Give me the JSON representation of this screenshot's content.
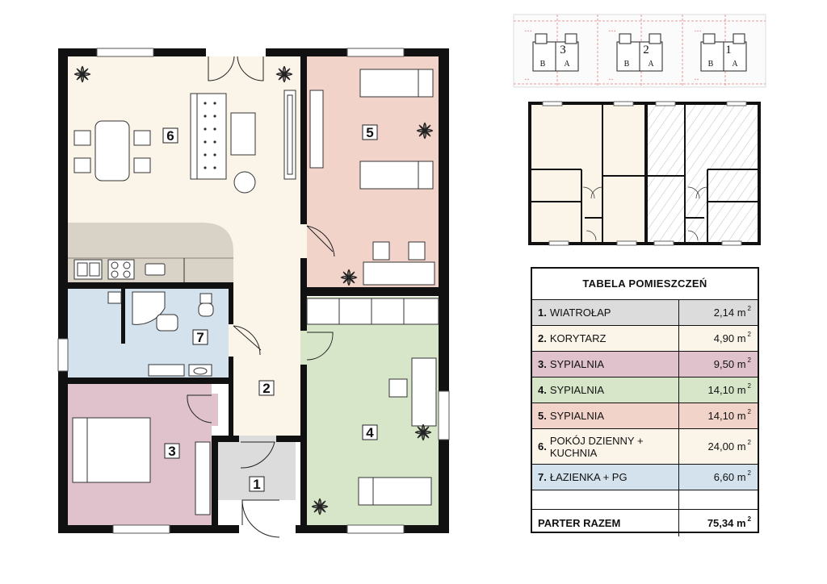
{
  "plan": {
    "rooms": [
      {
        "number": "1",
        "color": "#dcdcdc"
      },
      {
        "number": "2",
        "color": "#fbf4e8"
      },
      {
        "number": "3",
        "color": "#dfc2cb"
      },
      {
        "number": "4",
        "color": "#d7e6c9"
      },
      {
        "number": "5",
        "color": "#f2d3c9"
      },
      {
        "number": "6",
        "color": "#fbf4e8"
      },
      {
        "number": "7",
        "color": "#d3e2ec"
      }
    ],
    "kitchen_counter_color": "#d9d2c6"
  },
  "site_plan": {
    "units": [
      {
        "number": "3",
        "letters": [
          "B",
          "A"
        ]
      },
      {
        "number": "2",
        "letters": [
          "B",
          "A"
        ]
      },
      {
        "number": "1",
        "letters": [
          "B",
          "A"
        ]
      }
    ]
  },
  "table": {
    "title": "TABELA POMIESZCZEŃ",
    "unit": "m",
    "unit_exp": "2",
    "rows": [
      {
        "num": "1.",
        "name": "WIATROŁAP",
        "area": "2,14",
        "color": "#dcdcdc"
      },
      {
        "num": "2.",
        "name": "KORYTARZ",
        "area": "4,90",
        "color": "#fbf4e8"
      },
      {
        "num": "3.",
        "name": "SYPIALNIA",
        "area": "9,50",
        "color": "#dfc2cb"
      },
      {
        "num": "4.",
        "name": "SYPIALNIA",
        "area": "14,10",
        "color": "#d7e6c9"
      },
      {
        "num": "5.",
        "name": "SYPIALNIA",
        "area": "14,10",
        "color": "#f2d3c9"
      },
      {
        "num": "6.",
        "name": "POKÓJ DZIENNY + KUCHNIA",
        "area": "24,00",
        "color": "#fbf4e8"
      },
      {
        "num": "7.",
        "name": "ŁAZIENKA + PG",
        "area": "6,60",
        "color": "#d3e2ec"
      }
    ],
    "total_label": "PARTER RAZEM",
    "total_area": "75,34"
  }
}
